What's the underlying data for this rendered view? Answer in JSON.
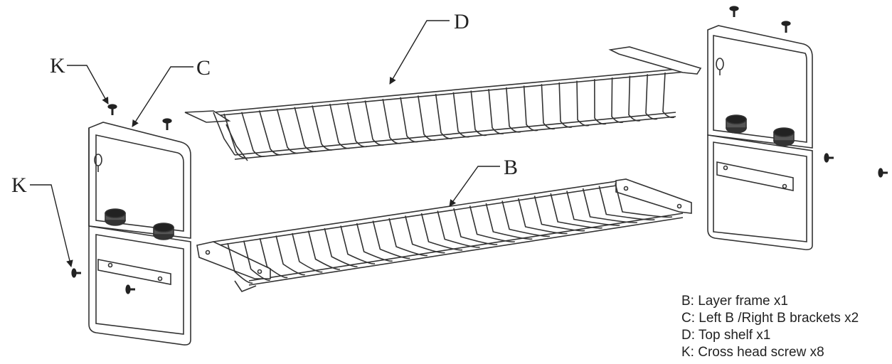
{
  "callouts": {
    "d": "D",
    "b": "B",
    "c": "C",
    "k_top": "K",
    "k_left": "K"
  },
  "legend": [
    "B: Layer frame x1",
    "C: Left B /Right B brackets x2",
    "D: Top shelf x1",
    "K: Cross head screw x8"
  ]
}
